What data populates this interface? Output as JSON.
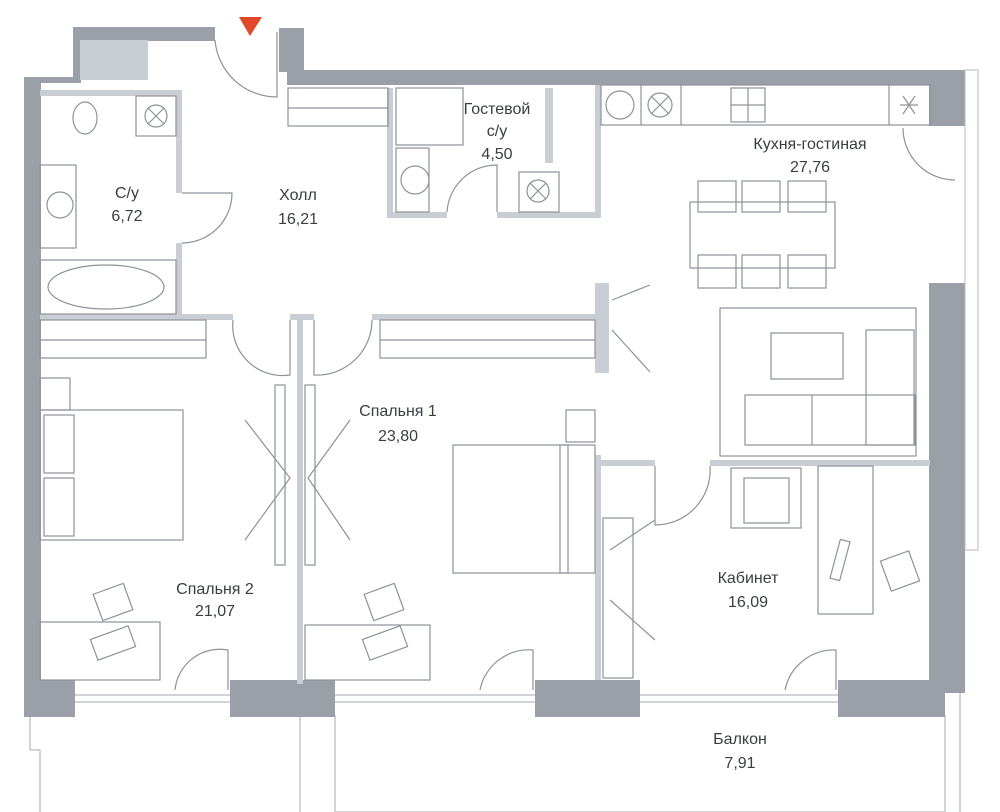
{
  "plan": {
    "entrance_marker_color": "#e0472b",
    "wall_color": "#9ba0a8",
    "rooms": [
      {
        "id": "bath",
        "name": "С/у",
        "area": "6,72"
      },
      {
        "id": "hall",
        "name": "Холл",
        "area": "16,21"
      },
      {
        "id": "guest_wc",
        "name_line1": "Гостевой",
        "name_line2": "с/у",
        "area": "4,50"
      },
      {
        "id": "kitchen",
        "name": "Кухня-гостиная",
        "area": "27,76"
      },
      {
        "id": "bedroom1",
        "name": "Спальня 1",
        "area": "23,80"
      },
      {
        "id": "bedroom2",
        "name": "Спальня 2",
        "area": "21,07"
      },
      {
        "id": "office",
        "name": "Кабинет",
        "area": "16,09"
      },
      {
        "id": "balcony",
        "name": "Балкон",
        "area": "7,91"
      }
    ]
  }
}
